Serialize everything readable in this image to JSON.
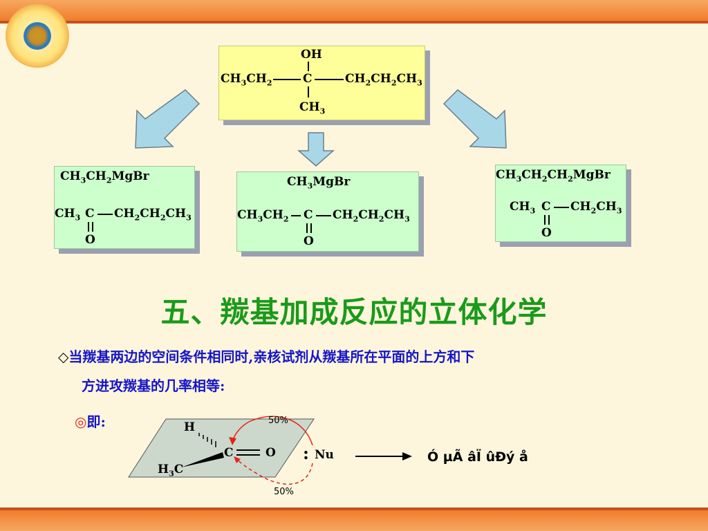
{
  "title": "五、羰基加成反应的立体化学",
  "paragraph": {
    "bullet": "◇",
    "line1": "当羰基两边的空间条件相同时,亲核试剂从羰基所在平面的上方和下",
    "line2": "方进攻羰基的几率相等:"
  },
  "subpoint": {
    "bullet": "◎",
    "label": "即:"
  },
  "top_molecule": {
    "oh": "OH",
    "left": [
      "CH",
      "3",
      "CH",
      "2"
    ],
    "center": "C",
    "right": [
      "CH",
      "2",
      "CH",
      "2",
      "CH",
      "3"
    ],
    "bottom": [
      "CH",
      "3"
    ]
  },
  "left_box": {
    "reagent": [
      "CH",
      "3",
      "CH",
      "2",
      "MgBr"
    ],
    "ketone_left": [
      "CH",
      "3"
    ],
    "ketone_center": "C",
    "ketone_right": [
      "CH",
      "2",
      "CH",
      "2",
      "CH",
      "3"
    ],
    "oxygen": "O"
  },
  "middle_box": {
    "reagent": [
      "CH",
      "3",
      "MgBr"
    ],
    "ketone_left": [
      "CH",
      "3",
      "CH",
      "2"
    ],
    "ketone_center": "C",
    "ketone_right": [
      "CH",
      "2",
      "CH",
      "2",
      "CH",
      "3"
    ],
    "oxygen": "O"
  },
  "right_box": {
    "reagent": [
      "CH",
      "3",
      "CH",
      "2",
      "CH",
      "2",
      "MgBr"
    ],
    "ketone_left": [
      "CH",
      "3"
    ],
    "ketone_center": "C",
    "ketone_right": [
      "CH",
      "2",
      "CH",
      "3"
    ],
    "oxygen": "O"
  },
  "diagram": {
    "h": "H",
    "carbon": "C",
    "oxygen": "O",
    "methyl": [
      "H",
      "3",
      "C"
    ],
    "nu_colon": ":",
    "nu": "Nu",
    "pct_top": "50%",
    "pct_bottom": "50%",
    "product_text": "Ó µÃ­ âÏ ûÐý­ å"
  },
  "colors": {
    "title_green": "#1a9a1a",
    "text_blue": "#1515c8",
    "arrow_red": "#e8201a",
    "band_orange": "#ef7d2c"
  }
}
